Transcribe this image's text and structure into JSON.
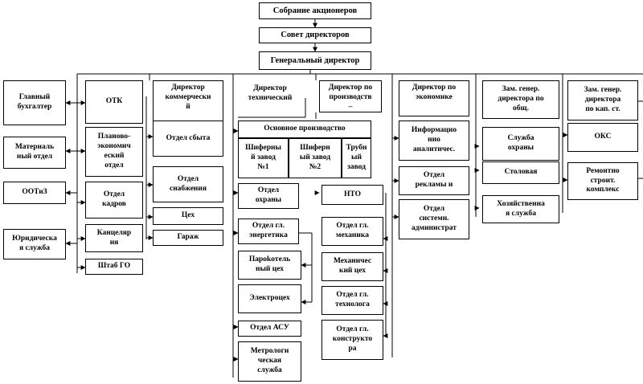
{
  "org_chart": {
    "nodes": {
      "shareholders": "Собрание акционеров",
      "board": "Совет директоров",
      "gen_director": "Генеральный директор",
      "chief_accountant": "Главный\nбухгалтер",
      "otk": "ОТК",
      "material_dept": "Материаль\nный отдел",
      "ootiz": "ООТиЗ",
      "legal_service": "Юридическа\nя служба",
      "planning_dept": "Планово-\nэкономич\nеский\nотдел",
      "hr_dept": "Отдел\nкадров",
      "chancellery": "Канцеляр\nия",
      "civil_defense": "Штаб ГО",
      "commercial_director": "Директор\nкоммерчески\nй",
      "sales_dept": "Отдел сбыта",
      "supply_dept": "Отдел\nснабжения",
      "workshop": "Цех",
      "garage": "Гараж",
      "technical_director": "Директор\nтехнический",
      "production_director": "Директор по\nпроизводств\n–",
      "main_production": "Основное производство",
      "slate_plant_1": "Шиферны\nй завод\n№1",
      "slate_plant_2": "Шиферн\nый завод\n№2",
      "pipe_plant": "Трубн\nый\nзавод",
      "security_dept": "Отдел\nохраны",
      "chief_power_engineer": "Отдел гл.\nэнергетика",
      "steam_boiler_shop": "Пароkотель\nный цех",
      "electrical_shop": "Электроцех",
      "asu_dept": "Отдел АСУ",
      "metrology_service": "Метрологи\nческая\nслужба",
      "nto": "НТО",
      "chief_mechanic": "Отдел гл.\nмеханика",
      "mechanical_shop": "Механичес\nкий цех",
      "chief_technologist": "Отдел гл.\nтехнолога",
      "chief_designer": "Отдел гл.\nконструкто\nра",
      "economics_director": "Директор по\nэкономике",
      "info_analytics_dept": "Информацио\nнно\nаналитичес.",
      "advertising_dept": "Отдел\nрекламы и",
      "sysadmin_dept": "Отдел\nсистемн.\nадминистрат",
      "deputy_general": "Зам. генер.\nдиректора по\nобщ.",
      "security_service": "Служба\nохраны",
      "canteen": "Столовая",
      "household_service": "Хозяйственна\nя служба",
      "deputy_capital": "Зам. генер.\nдиректора\nпо кап. ст.",
      "oks": "ОКС",
      "repair_construction": "Ремонтно\nстроит.\nкомплекс"
    }
  }
}
